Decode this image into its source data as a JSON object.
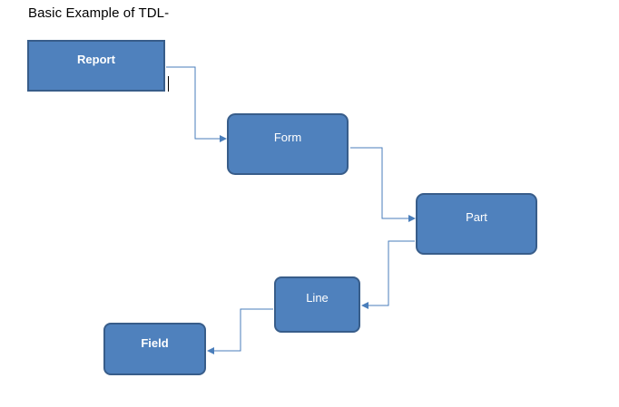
{
  "diagram": {
    "title": "Basic Example of TDL-",
    "nodes": [
      {
        "id": "report",
        "label": "Report"
      },
      {
        "id": "form",
        "label": "Form"
      },
      {
        "id": "part",
        "label": "Part"
      },
      {
        "id": "line",
        "label": "Line"
      },
      {
        "id": "field",
        "label": "Field"
      }
    ],
    "edges": [
      {
        "from": "report",
        "to": "form"
      },
      {
        "from": "form",
        "to": "part"
      },
      {
        "from": "part",
        "to": "line"
      },
      {
        "from": "line",
        "to": "field"
      }
    ],
    "colors": {
      "box_fill": "#4f81bd",
      "box_border": "#385d8a",
      "connector": "#4a7ebb",
      "label_text": "#ffffff"
    }
  }
}
